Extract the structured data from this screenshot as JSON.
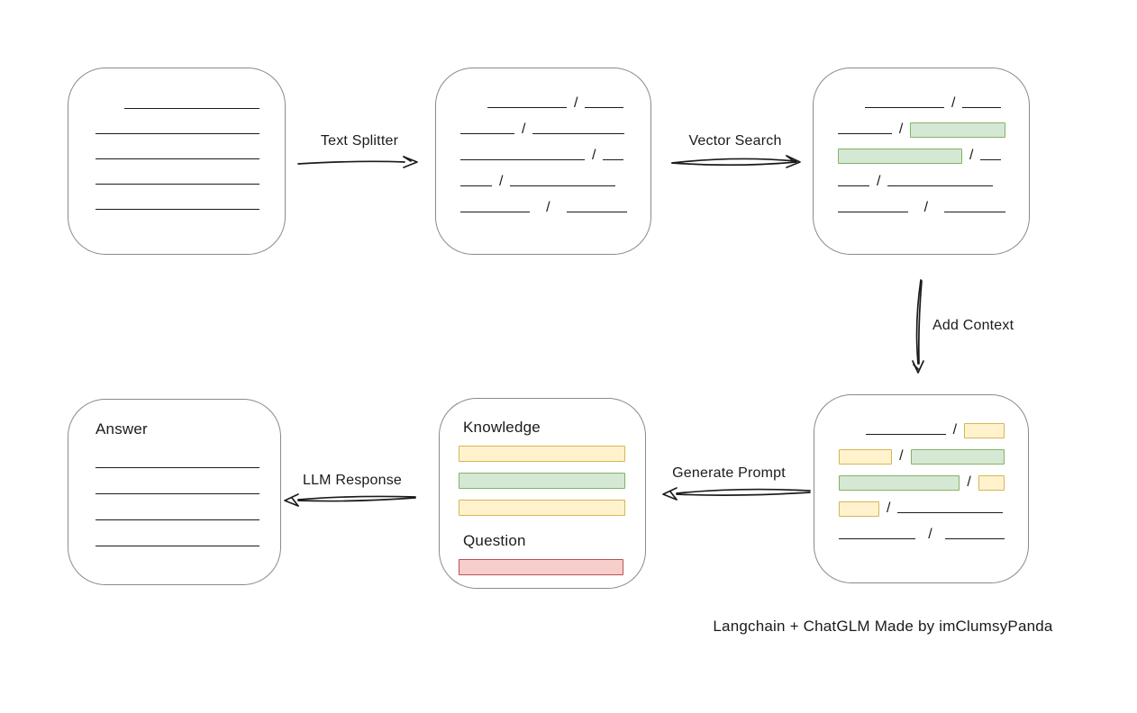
{
  "caption": "Langchain + ChatGLM Made by imClumsyPanda",
  "glyphs": {
    "slash": "/"
  },
  "colors": {
    "background": "#ffffff",
    "ink": "#1b1b1b",
    "box_stroke": "#8a8a8a",
    "green": {
      "fill": "#d5e8d4",
      "stroke": "#82b366"
    },
    "yellow": {
      "fill": "#fff2cc",
      "stroke": "#d6b656"
    },
    "red": {
      "fill": "#f8cecc",
      "stroke": "#b85450"
    }
  },
  "arrows": {
    "text_splitter": {
      "label": "Text Splitter"
    },
    "vector_search": {
      "label": "Vector Search"
    },
    "add_context": {
      "label": "Add Context"
    },
    "generate_prompt": {
      "label": "Generate Prompt"
    },
    "llm_response": {
      "label": "LLM Response"
    }
  },
  "nodes": {
    "document": {
      "lines": [
        {
          "w": 150,
          "ind": 32
        },
        {
          "w": 182
        },
        {
          "w": 182
        },
        {
          "w": 182
        },
        {
          "w": 182
        }
      ]
    },
    "split_chunks": {
      "rows": [
        [
          {
            "t": "line",
            "w": 88,
            "ind": 30
          },
          {
            "t": "slash"
          },
          {
            "t": "line",
            "w": 43
          }
        ],
        [
          {
            "t": "line",
            "w": 60
          },
          {
            "t": "slash"
          },
          {
            "t": "line",
            "w": 102
          }
        ],
        [
          {
            "t": "line",
            "w": 138
          },
          {
            "t": "slash"
          },
          {
            "t": "line",
            "w": 23
          }
        ],
        [
          {
            "t": "line",
            "w": 35
          },
          {
            "t": "slash"
          },
          {
            "t": "line",
            "w": 117
          }
        ],
        [
          {
            "t": "line",
            "w": 80
          },
          {
            "t": "slash",
            "ind": 10
          },
          {
            "t": "line",
            "w": 70,
            "ind": 10
          }
        ]
      ]
    },
    "vector_results": {
      "rows": [
        [
          {
            "t": "line",
            "w": 88,
            "ind": 30
          },
          {
            "t": "slash"
          },
          {
            "t": "line",
            "w": 43
          }
        ],
        [
          {
            "t": "line",
            "w": 60
          },
          {
            "t": "slash"
          },
          {
            "t": "green",
            "w": 104
          }
        ],
        [
          {
            "t": "green",
            "w": 136
          },
          {
            "t": "slash"
          },
          {
            "t": "line",
            "w": 23
          }
        ],
        [
          {
            "t": "line",
            "w": 35
          },
          {
            "t": "slash"
          },
          {
            "t": "line",
            "w": 117
          }
        ],
        [
          {
            "t": "line",
            "w": 80
          },
          {
            "t": "slash",
            "ind": 10
          },
          {
            "t": "line",
            "w": 70,
            "ind": 10
          }
        ]
      ]
    },
    "context_chunks": {
      "rows": [
        [
          {
            "t": "line",
            "w": 93,
            "ind": 30
          },
          {
            "t": "slash"
          },
          {
            "t": "yellow",
            "w": 45
          }
        ],
        [
          {
            "t": "yellow",
            "w": 58
          },
          {
            "t": "slash"
          },
          {
            "t": "green",
            "w": 104
          }
        ],
        [
          {
            "t": "green",
            "w": 136
          },
          {
            "t": "slash"
          },
          {
            "t": "yellow",
            "w": 28
          }
        ],
        [
          {
            "t": "yellow",
            "w": 43
          },
          {
            "t": "slash"
          },
          {
            "t": "line",
            "w": 117
          }
        ],
        [
          {
            "t": "line",
            "w": 90
          },
          {
            "t": "slash",
            "ind": 6
          },
          {
            "t": "line",
            "w": 70,
            "ind": 6
          }
        ]
      ]
    },
    "prompt": {
      "knowledge_label": "Knowledge",
      "question_label": "Question",
      "knowledge_bars": [
        {
          "c": "yellow",
          "w": 183
        },
        {
          "c": "green",
          "w": 183
        },
        {
          "c": "yellow",
          "w": 183
        }
      ],
      "question_bars": [
        {
          "c": "red",
          "w": 181
        }
      ]
    },
    "answer": {
      "label": "Answer",
      "lines": [
        {
          "w": 182
        },
        {
          "w": 182
        },
        {
          "w": 182
        },
        {
          "w": 182
        }
      ]
    }
  }
}
